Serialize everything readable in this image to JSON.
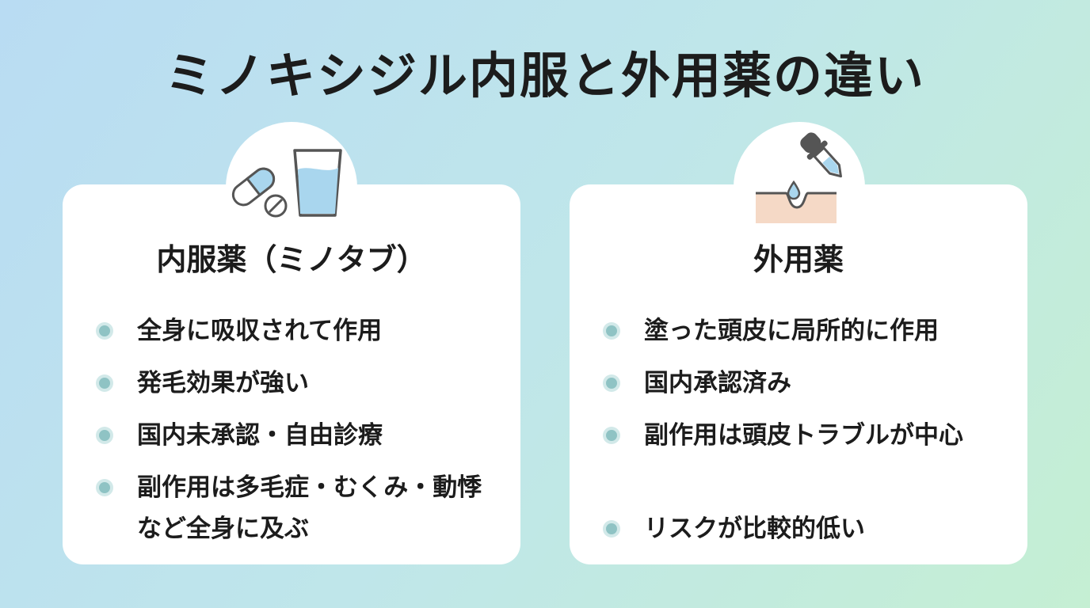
{
  "title": "ミノキシジル内服と外用薬の違い",
  "oral": {
    "heading": "内服薬（ミノタブ）",
    "icon": "pill-and-water-glass-icon",
    "items": [
      "全身に吸収されて作用",
      "発毛効果が強い",
      "国内未承認・自由診療",
      "副作用は多毛症・むくみ・動悸など全身に及ぶ"
    ]
  },
  "topical": {
    "heading": "外用薬",
    "icon": "dropper-scalp-icon",
    "items": [
      "塗った頭皮に局所的に作用",
      "国内承認済み",
      "副作用は頭皮トラブルが中心",
      "リスクが比較的低い"
    ]
  },
  "colors": {
    "bullet": "#8fc3c4",
    "water": "#a9d6ee",
    "skin": "#f5d9c6",
    "outline": "#555555"
  }
}
